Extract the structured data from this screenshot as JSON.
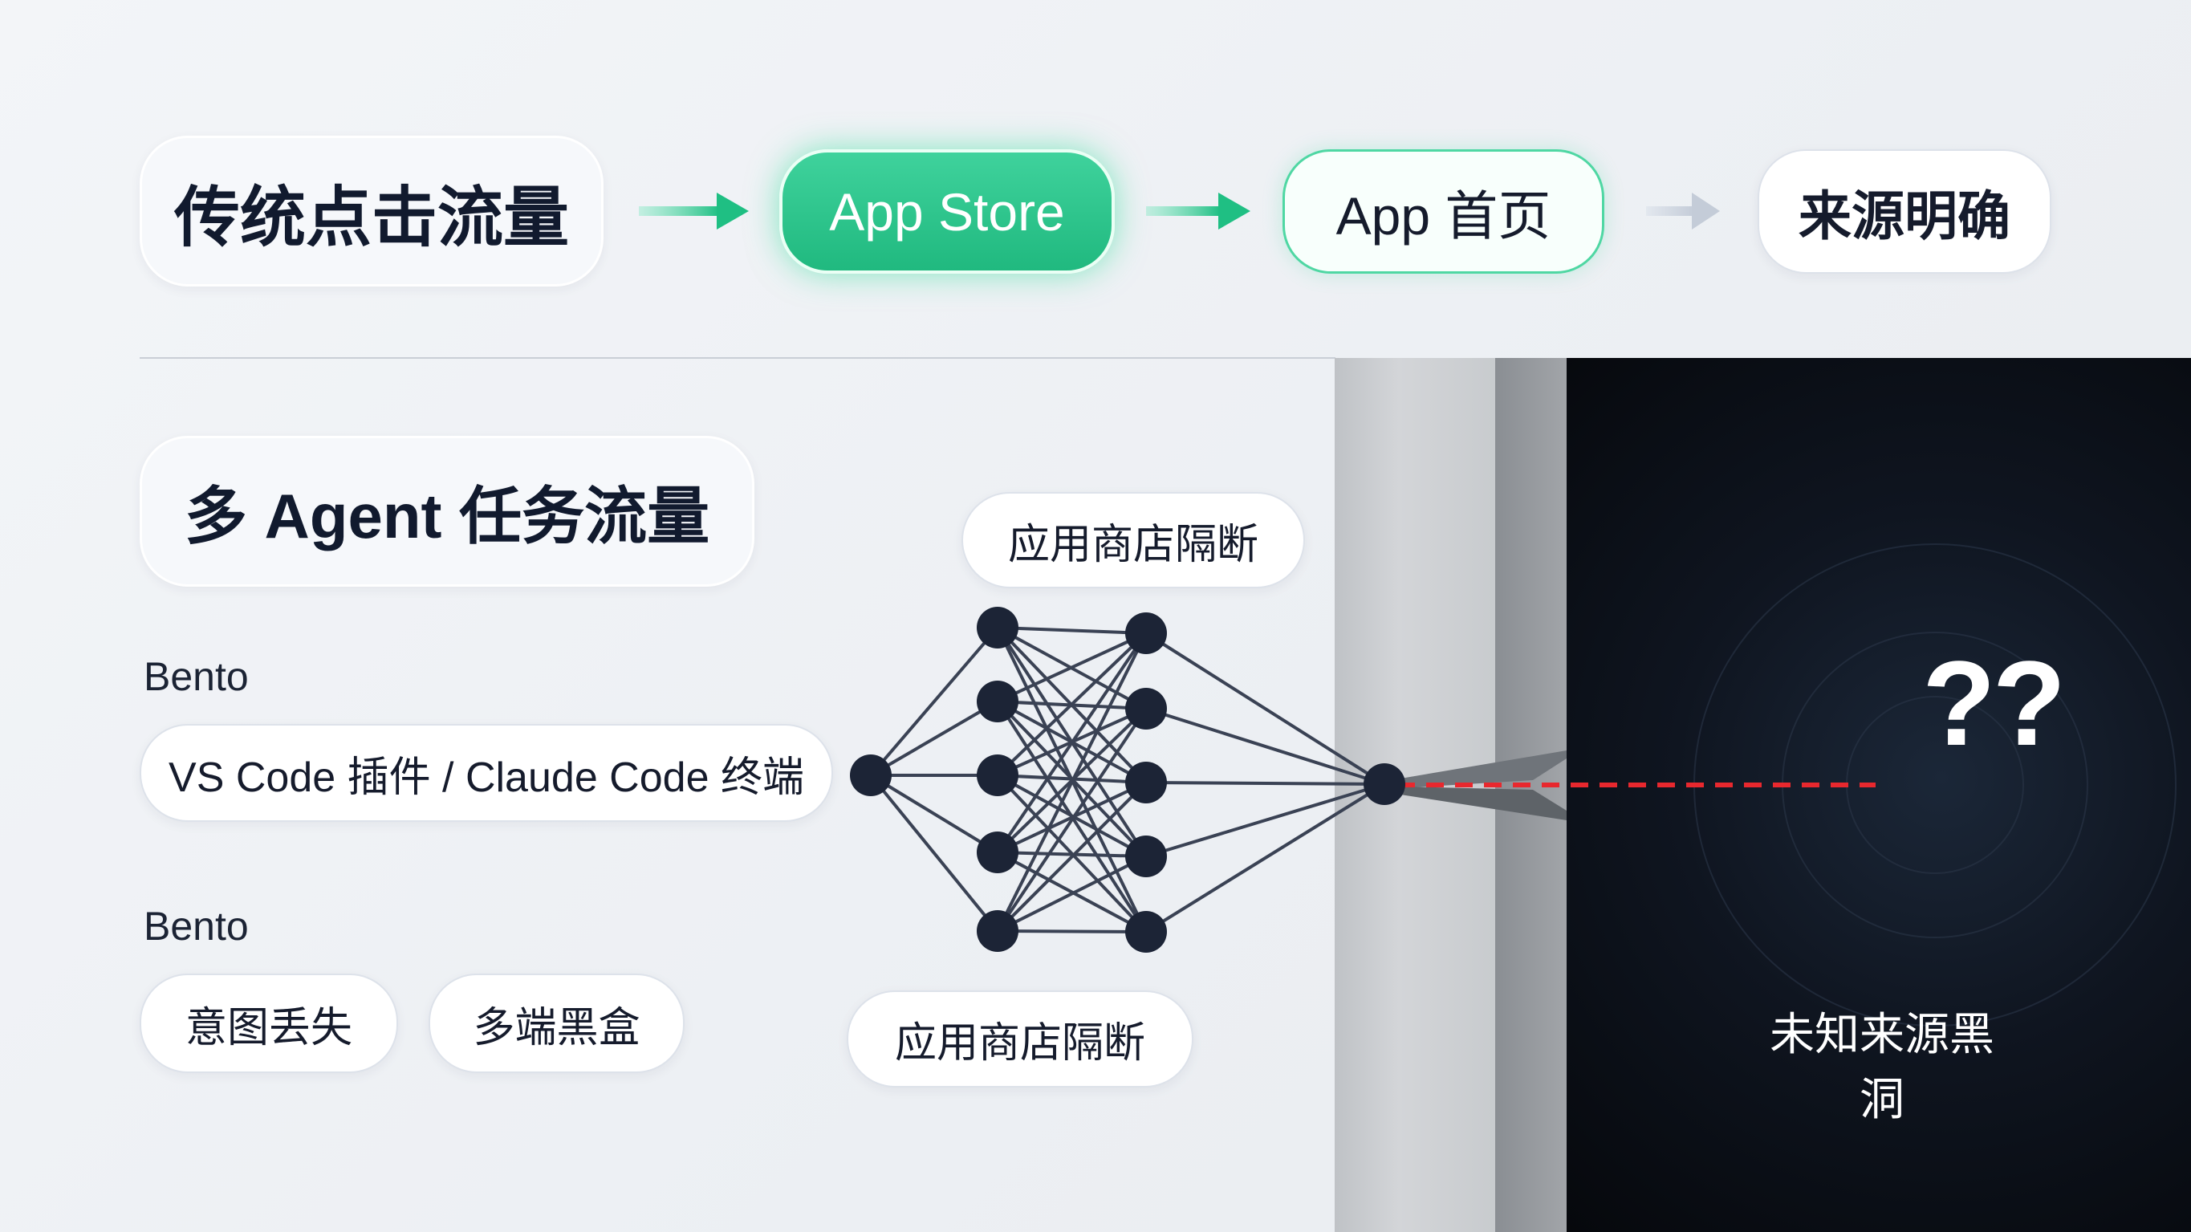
{
  "top_flow": {
    "source_label": "传统点击流量",
    "steps": [
      "App Store",
      "App 首页",
      "来源明确"
    ]
  },
  "bottom": {
    "source_label": "多 Agent 任务流量",
    "group1": {
      "label": "Bento",
      "item": "VS Code 插件 / Claude Code 终端"
    },
    "group2": {
      "label": "Bento",
      "items": [
        "意图丢失",
        "多端黑盒"
      ]
    },
    "barrier_label_top": "应用商店隔断",
    "barrier_label_bottom": "应用商店隔断",
    "unknown_marks": "??",
    "black_hole_label": "未知来源黑洞"
  },
  "colors": {
    "accent": "#20b97f",
    "dark": "#0f1520",
    "dashed_line": "#e8282e",
    "node": "#1c2436"
  },
  "icons": [
    "arrow-right-icon",
    "network-nodes-icon",
    "question-marks-icon"
  ]
}
